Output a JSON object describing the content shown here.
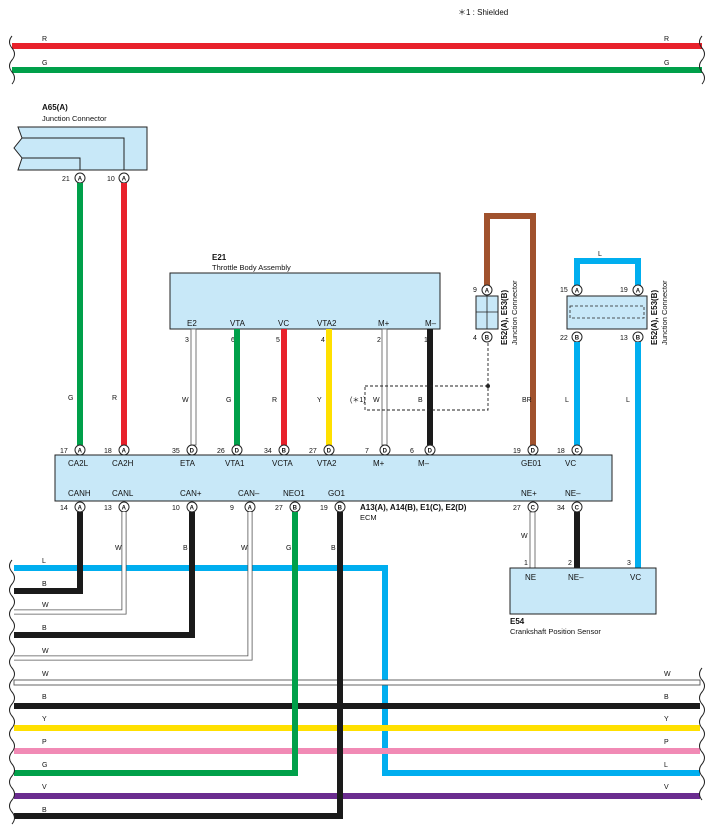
{
  "note": "＊1 : Shielded",
  "colors": {
    "R": "#e8212b",
    "G": "#00a04a",
    "B": "#1a1a1a",
    "W": "#ffffff",
    "L": "#00aeef",
    "Y": "#ffe000",
    "P": "#f18ab5",
    "V": "#6a2c8f",
    "BR": "#a0522d",
    "box": "#c8e8f8",
    "outline": "#222222"
  },
  "top_bus": [
    {
      "code": "R",
      "label_left": "R",
      "label_right": "R"
    },
    {
      "code": "G",
      "label_left": "G",
      "label_right": "G"
    }
  ],
  "a65": {
    "id": "A65(A)",
    "name": "Junction Connector",
    "pins": [
      "21",
      "10"
    ],
    "conn": "A"
  },
  "e21": {
    "id": "E21",
    "name": "Throttle Body Assembly",
    "terms": [
      "E2",
      "VTA",
      "VC",
      "VTA2",
      "M+",
      "M–"
    ],
    "pins": [
      "3",
      "6",
      "5",
      "4",
      "2",
      "1"
    ]
  },
  "e52_left": {
    "id": "E52(A), E53(B)",
    "name": "Junction Connector",
    "top": {
      "pin": "9",
      "conn": "A"
    },
    "bottom": {
      "pin": "4",
      "conn": "B"
    }
  },
  "e52_right": {
    "id": "E52(A), E53(B)",
    "name": "Junction Connector",
    "top": [
      {
        "pin": "15",
        "conn": "A"
      },
      {
        "pin": "19",
        "conn": "A"
      }
    ],
    "bottom": [
      {
        "pin": "22",
        "conn": "B"
      },
      {
        "pin": "13",
        "conn": "B"
      }
    ]
  },
  "wire_labels": {
    "ca2l": "G",
    "ca2h": "R",
    "eta": "W",
    "vta1": "G",
    "vcta": "R",
    "vta2": "Y",
    "shield": "(＊1)",
    "mplus": "W",
    "mminus": "B",
    "ge01": "BR",
    "vc": "L",
    "e52top": "L",
    "vc2": "L",
    "canl": "W",
    "canplus": "B",
    "canminus": "W",
    "neo1": "G",
    "go1": "B",
    "neplus": "W"
  },
  "ecm": {
    "id": "A13(A), A14(B), E1(C), E2(D)",
    "name": "ECM",
    "top": [
      {
        "pin": "17",
        "conn": "A",
        "term": "CA2L"
      },
      {
        "pin": "18",
        "conn": "A",
        "term": "CA2H"
      },
      {
        "pin": "35",
        "conn": "D",
        "term": "ETA"
      },
      {
        "pin": "26",
        "conn": "D",
        "term": "VTA1"
      },
      {
        "pin": "34",
        "conn": "B",
        "term": "VCTA"
      },
      {
        "pin": "27",
        "conn": "D",
        "term": "VTA2"
      },
      {
        "pin": "7",
        "conn": "D",
        "term": "M+"
      },
      {
        "pin": "6",
        "conn": "D",
        "term": "M–"
      },
      {
        "pin": "19",
        "conn": "D",
        "term": "GE01"
      },
      {
        "pin": "18",
        "conn": "C",
        "term": "VC"
      }
    ],
    "bottom": [
      {
        "pin": "14",
        "conn": "A",
        "term": "CANH"
      },
      {
        "pin": "13",
        "conn": "A",
        "term": "CANL"
      },
      {
        "pin": "10",
        "conn": "A",
        "term": "CAN+"
      },
      {
        "pin": "9",
        "conn": "A",
        "term": "CAN–"
      },
      {
        "pin": "27",
        "conn": "B",
        "term": "NEO1"
      },
      {
        "pin": "19",
        "conn": "B",
        "term": "GO1"
      },
      {
        "pin": "27",
        "conn": "C",
        "term": "NE+"
      },
      {
        "pin": "34",
        "conn": "C",
        "term": "NE–"
      }
    ]
  },
  "e54": {
    "id": "E54",
    "name": "Crankshaft Position Sensor",
    "terms": [
      "NE",
      "NE–",
      "VC"
    ],
    "pins": [
      "1",
      "2",
      "3"
    ]
  },
  "bottom_bus": [
    {
      "code": "L",
      "label_left": "L",
      "label_right": ""
    },
    {
      "code": "B",
      "label_left": "B",
      "label_right": ""
    },
    {
      "code": "W",
      "label_left": "W",
      "label_right": ""
    },
    {
      "code": "B",
      "label_left": "B",
      "label_right": ""
    },
    {
      "code": "W",
      "label_left": "W",
      "label_right": ""
    },
    {
      "code": "W",
      "label_left": "W",
      "label_right": "W"
    },
    {
      "code": "B",
      "label_left": "B",
      "label_right": "B"
    },
    {
      "code": "Y",
      "label_left": "Y",
      "label_right": "Y"
    },
    {
      "code": "P",
      "label_left": "P",
      "label_right": "P"
    },
    {
      "code": "G",
      "label_left": "G",
      "label_right": "L"
    },
    {
      "code": "V",
      "label_left": "V",
      "label_right": "V"
    },
    {
      "code": "B",
      "label_left": "B",
      "label_right": ""
    }
  ]
}
